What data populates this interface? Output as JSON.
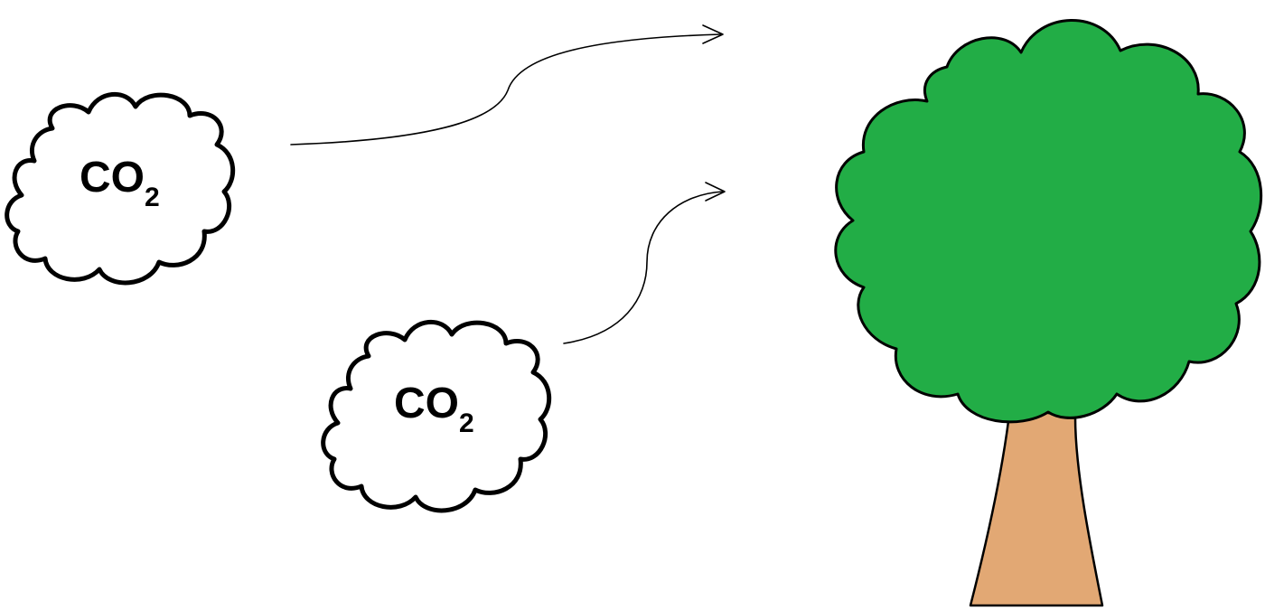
{
  "top_cropped_text": "",
  "clouds": [
    {
      "label_main": "CO",
      "label_sub": "2"
    },
    {
      "label_main": "CO",
      "label_sub": "2"
    }
  ],
  "colors": {
    "background": "#ffffff",
    "outline": "#000000",
    "canopy": "#22ad46",
    "trunk": "#e2a874"
  },
  "icons": {
    "cloud": "cloud-icon",
    "tree": "tree-icon",
    "arrow": "arrow-right-icon"
  }
}
